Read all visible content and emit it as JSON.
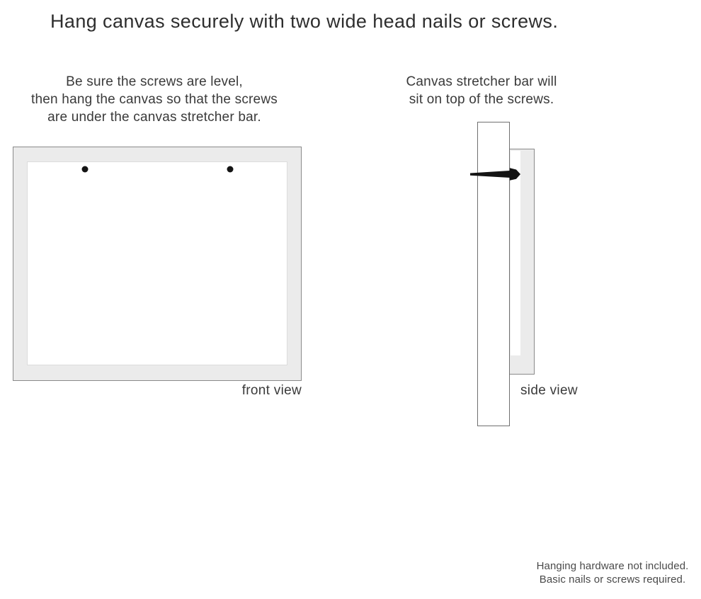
{
  "title": "Hang canvas securely with two wide head nails or screws.",
  "instructions": {
    "front": {
      "lines": [
        "Be sure the screws are level,",
        "then hang the canvas so that the screws",
        "are under the canvas stretcher bar."
      ]
    },
    "side": {
      "lines": [
        "Canvas stretcher bar will",
        "sit on top of the screws."
      ]
    }
  },
  "front_view": {
    "label": "front view",
    "screw_count": 2
  },
  "side_view": {
    "label": "side view"
  },
  "footnote": {
    "lines": [
      "Hanging hardware not included.",
      "Basic nails or screws required."
    ]
  },
  "colors": {
    "canvas_gray": "#ebebeb",
    "border_gray": "#8a8a8a",
    "wall_border": "#707070",
    "inner_border": "#dcdcdc",
    "text_dark": "#2e2e2e",
    "text_body": "#3a3a3a",
    "screw_black": "#141414"
  }
}
